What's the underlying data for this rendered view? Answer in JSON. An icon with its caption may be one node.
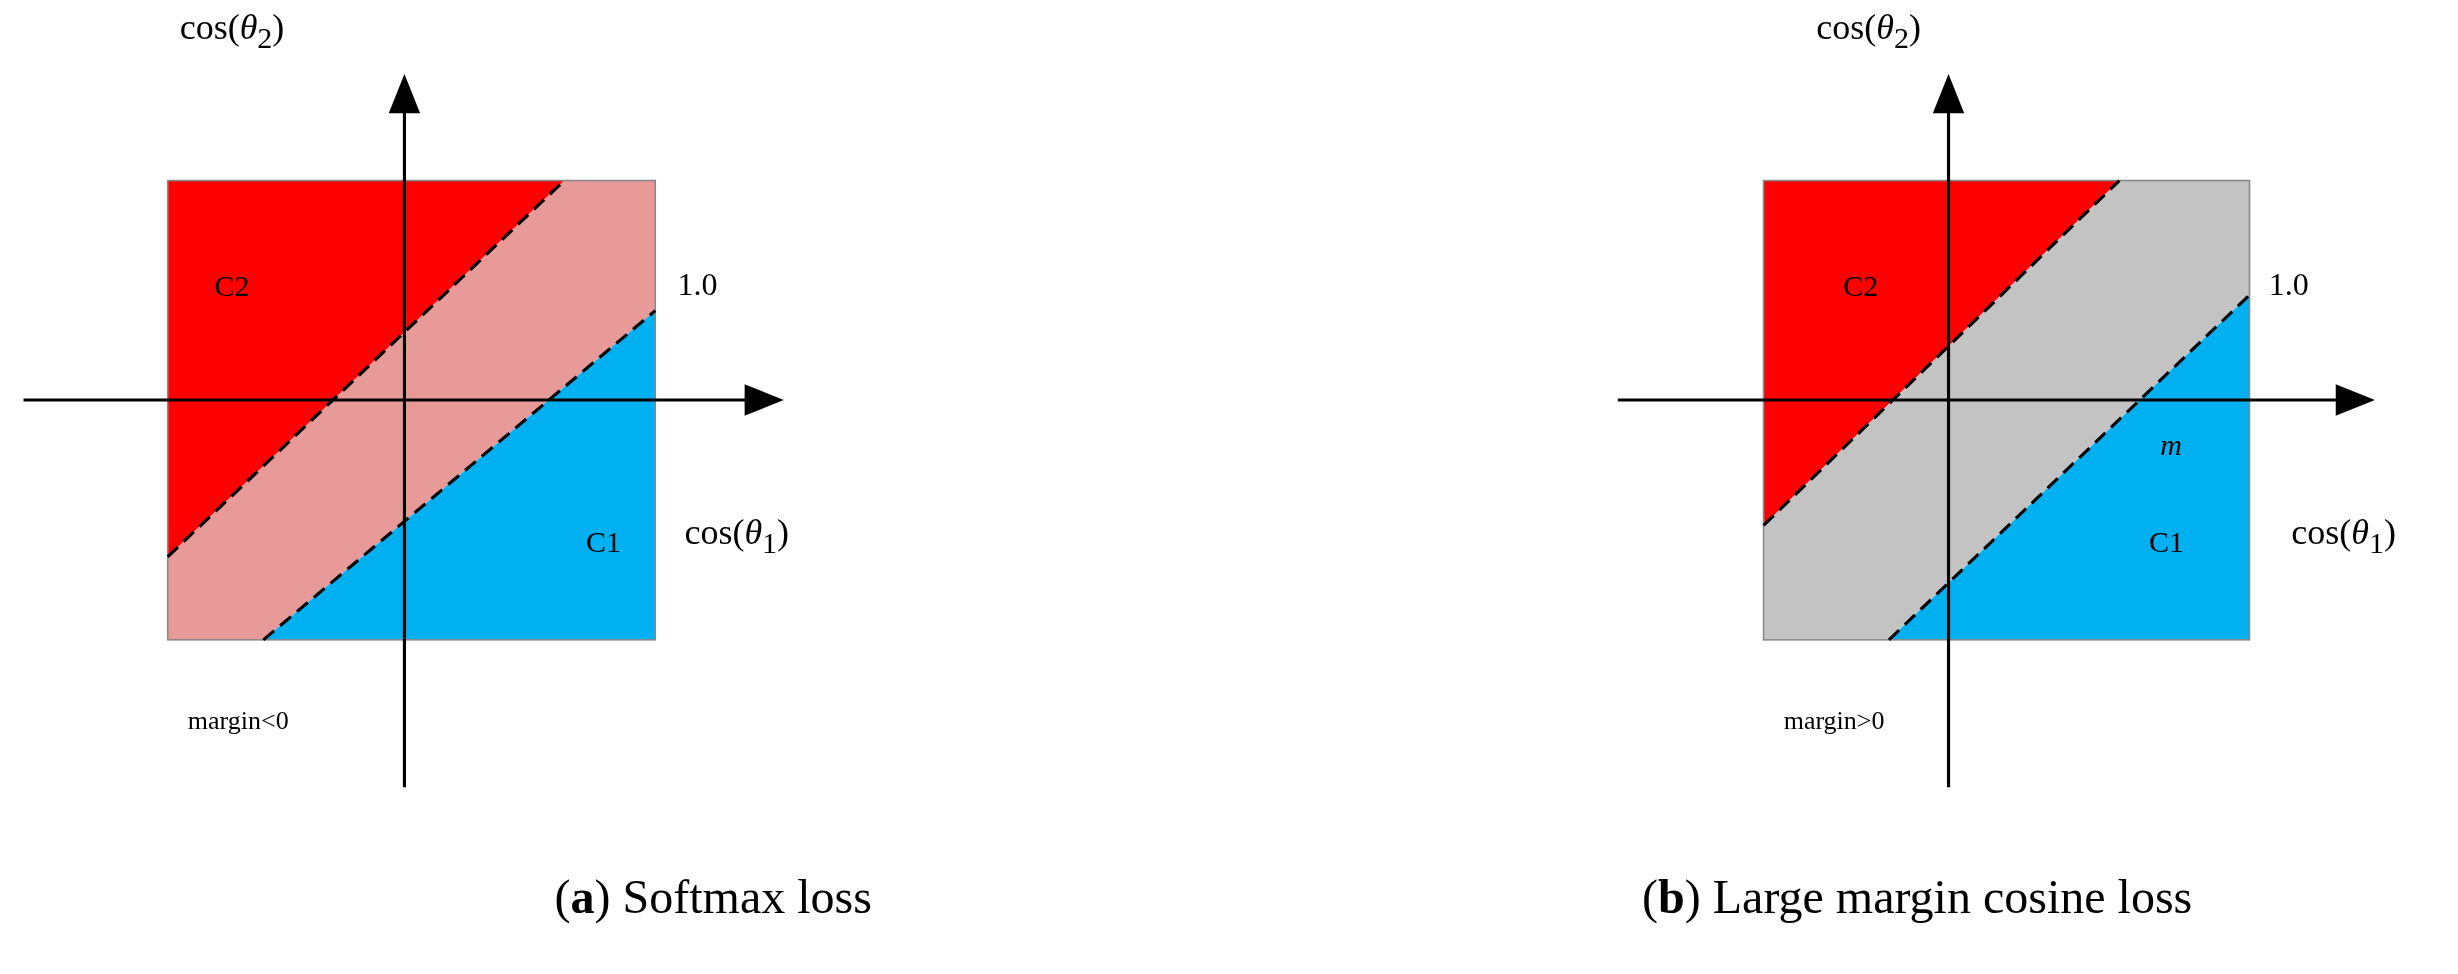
{
  "diagram": {
    "labels": [
      "cos(*θ*$_{2}$)",
      "C2",
      "1.0",
      "cos(*θ*$_{1}$)",
      "C1",
      "margin<0",
      "(**a**) Softmax loss",
      "cos(*θ*$_{2}$)",
      "C2",
      "1.0",
      "*m*",
      "C1",
      "cos(*θ*$_{1}$)",
      "margin>0",
      "(**b**) Large margin cosine loss"
    ]
  }
}
